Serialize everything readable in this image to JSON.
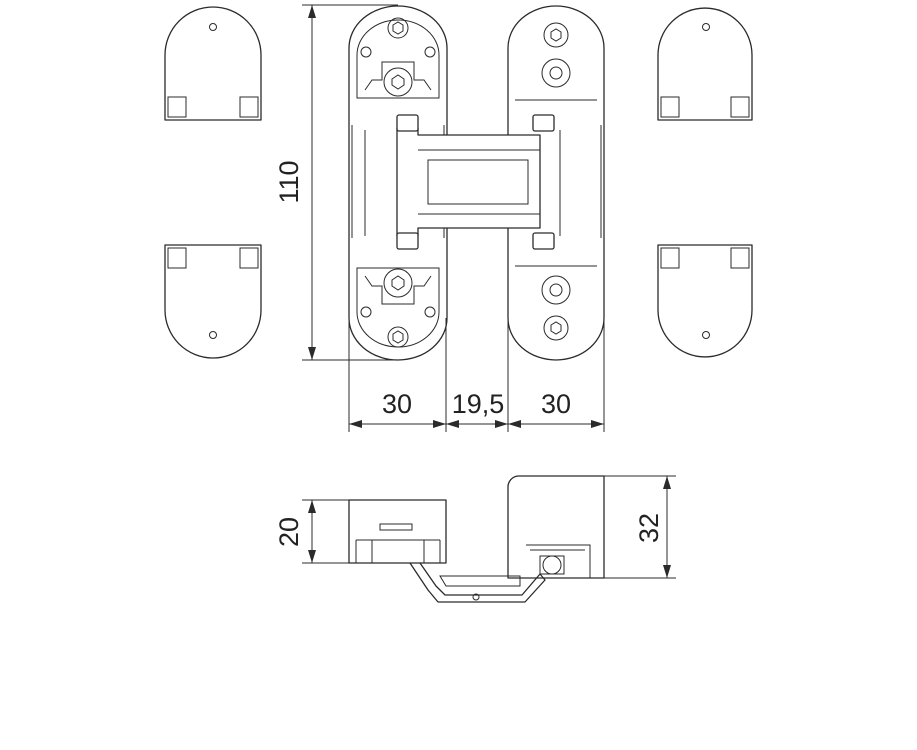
{
  "dimensions": {
    "height_front": "110",
    "width_left": "30",
    "width_center": "19,5",
    "width_right": "30",
    "height_side_left": "20",
    "height_side_right": "32"
  },
  "colors": {
    "line": "#2b2b2b",
    "text": "#222222",
    "background": "#ffffff"
  }
}
